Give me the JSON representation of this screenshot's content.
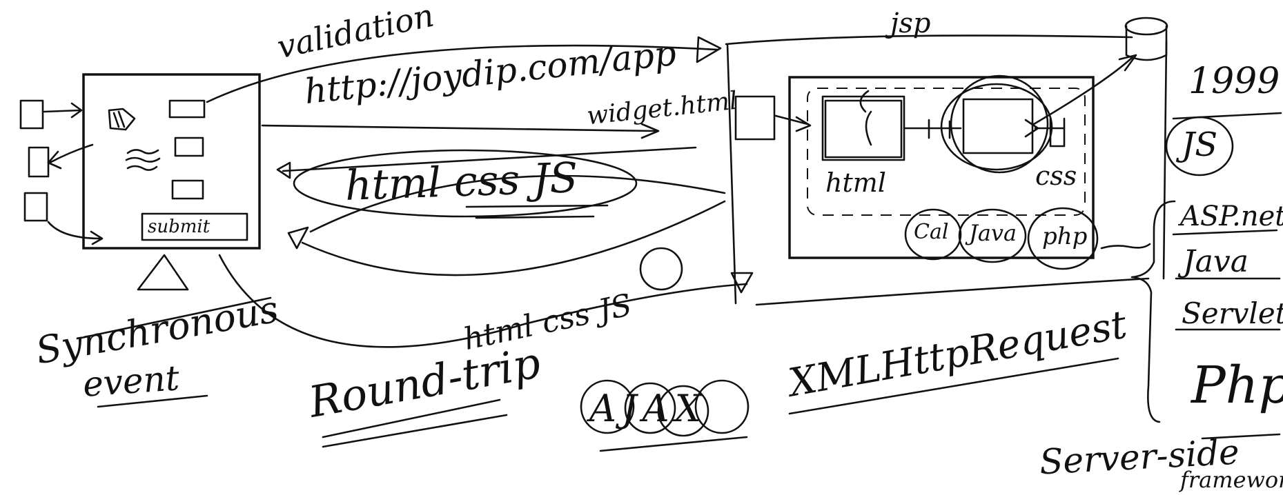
{
  "colors": {
    "ink": "#111111",
    "background": "#ffffff"
  },
  "labels": {
    "validation": "validation",
    "url": "http://joydip.com/app",
    "widget_html": "widget.html",
    "jsp": "jsp",
    "html_css_js_oval": "html css JS",
    "html_css_js_return": "html css JS",
    "synchronous": "Synchronous",
    "event": "event",
    "round_trip": "Round-trip",
    "ajax": "AJAX",
    "xmlhttprequest": "XMLHttpRequest",
    "html_box_label": "html",
    "css_box_label": "css",
    "cal": "Cal",
    "java": "Java",
    "php_circle": "php",
    "submit": "submit",
    "year": "1999",
    "js_circle": "JS",
    "asp_net": "ASP.net",
    "java_list": "Java",
    "servlet": "Servlet",
    "php_list": "Php",
    "server_side": "Server-side",
    "framework": "framework"
  }
}
